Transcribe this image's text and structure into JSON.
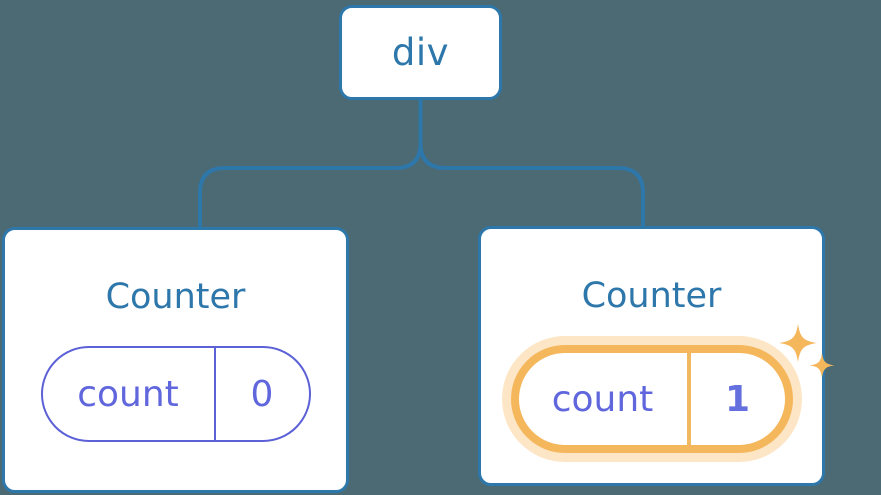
{
  "diagram": {
    "type": "component-tree",
    "background_color": "#4c6a73",
    "node_border_color": "#2d77ab",
    "node_text_color": "#2d77ab",
    "connector_color": "#2d77ab",
    "state_color": "#6067dd",
    "highlight_color": "#f5b75c",
    "highlight_glow_color": "#f8c476"
  },
  "root": {
    "label": "div"
  },
  "children": [
    {
      "label": "Counter",
      "state": {
        "key": "count",
        "value": "0"
      },
      "highlighted": false
    },
    {
      "label": "Counter",
      "state": {
        "key": "count",
        "value": "1"
      },
      "highlighted": true
    }
  ],
  "sparkle": {
    "large_icon": "sparkle-star-large",
    "small_icon": "sparkle-star-small"
  }
}
